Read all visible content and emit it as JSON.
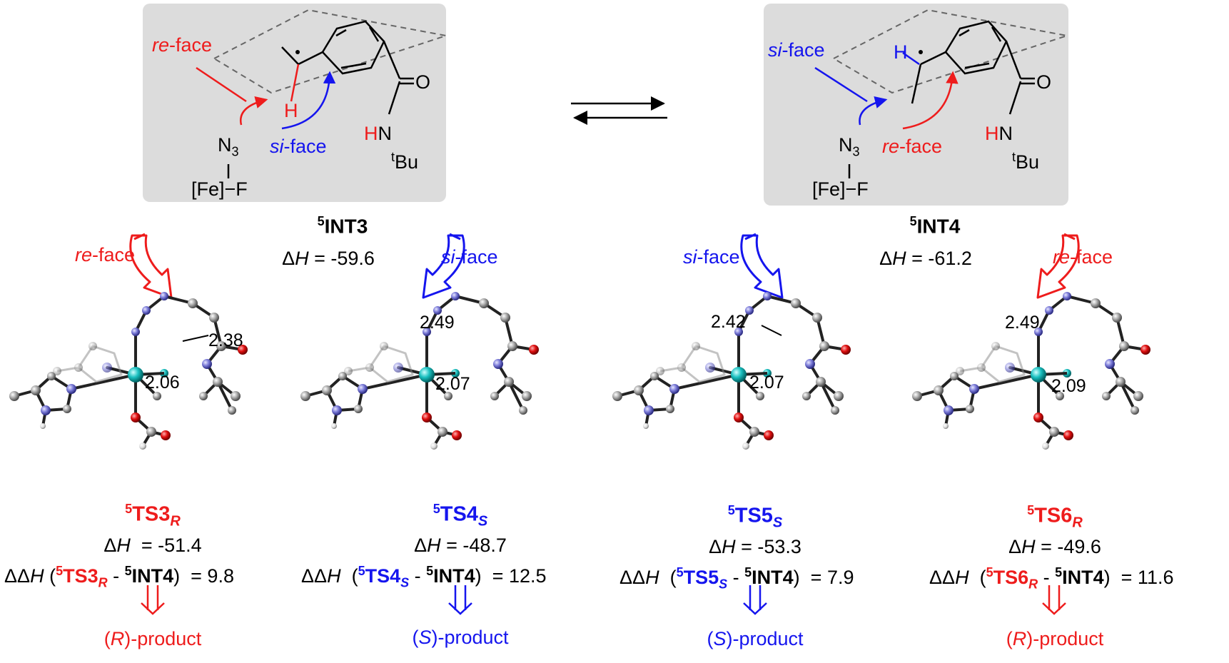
{
  "colors": {
    "red": "#ee1c1c",
    "blue": "#1515ee",
    "panel": "#dcdcdc",
    "black": "#000000"
  },
  "int3": {
    "name_sup": "5",
    "name": "INT3",
    "dh_prefix": "ΔH",
    "dh_value": " = -59.6",
    "re_face": "re",
    "si_face": "si",
    "face_suffix": "-face",
    "n3": "N",
    "n3_sub": "3",
    "fe": "[Fe]−F",
    "h": "H",
    "hn": "HN",
    "o": "O",
    "tbu_sup": "t",
    "tbu": "Bu"
  },
  "int4": {
    "name_sup": "5",
    "name": "INT4",
    "dh_prefix": "ΔH",
    "dh_value": " = -61.2",
    "re_face": "re",
    "si_face": "si",
    "face_suffix": "-face",
    "n3": "N",
    "n3_sub": "3",
    "fe": "[Fe]−F",
    "h": "H",
    "hn": "HN",
    "o": "O",
    "tbu_sup": "t",
    "tbu": "Bu"
  },
  "arrows": {
    "a1": {
      "italic": "re",
      "suffix": "-face"
    },
    "a2": {
      "italic": "si",
      "suffix": "-face"
    },
    "a3": {
      "italic": "si",
      "suffix": "-face"
    },
    "a4": {
      "italic": "re",
      "suffix": "-face"
    }
  },
  "ts": [
    {
      "sup": "5",
      "name": "TS3",
      "sub": "R",
      "d1": "2.38",
      "d2": "2.06",
      "dh_prefix": "ΔH",
      "dh_value": "= -51.4",
      "ddh_prefix": "ΔΔH",
      "ref_sup": "5",
      "ref": "INT4",
      "ddh_value": "= 9.8",
      "prod_open": "(",
      "prod_letter": "R",
      "prod_close": ")-product"
    },
    {
      "sup": "5",
      "name": "TS4",
      "sub": "S",
      "d1": "2.49",
      "d2": "2.07",
      "dh_prefix": "ΔH",
      "dh_value": "= -48.7",
      "ddh_prefix": "ΔΔH",
      "ref_sup": "5",
      "ref": "INT4",
      "ddh_value": "= 12.5",
      "prod_open": "(",
      "prod_letter": "S",
      "prod_close": ")-product"
    },
    {
      "sup": "5",
      "name": "TS5",
      "sub": "S",
      "d1": "2.42",
      "d2": "2.07",
      "dh_prefix": "ΔH",
      "dh_value": "= -53.3",
      "ddh_prefix": "ΔΔH",
      "ref_sup": "5",
      "ref": "INT4",
      "ddh_value": "= 7.9",
      "prod_open": "(",
      "prod_letter": "S",
      "prod_close": ")-product"
    },
    {
      "sup": "5",
      "name": "TS6",
      "sub": "R",
      "d1": "2.49",
      "d2": "2.09",
      "dh_prefix": "ΔH",
      "dh_value": "= -49.6",
      "ddh_prefix": "ΔΔH",
      "ref_sup": "5",
      "ref": "INT4",
      "ddh_value": "= 11.6",
      "prod_open": "(",
      "prod_letter": "R",
      "prod_close": ")-product"
    }
  ]
}
